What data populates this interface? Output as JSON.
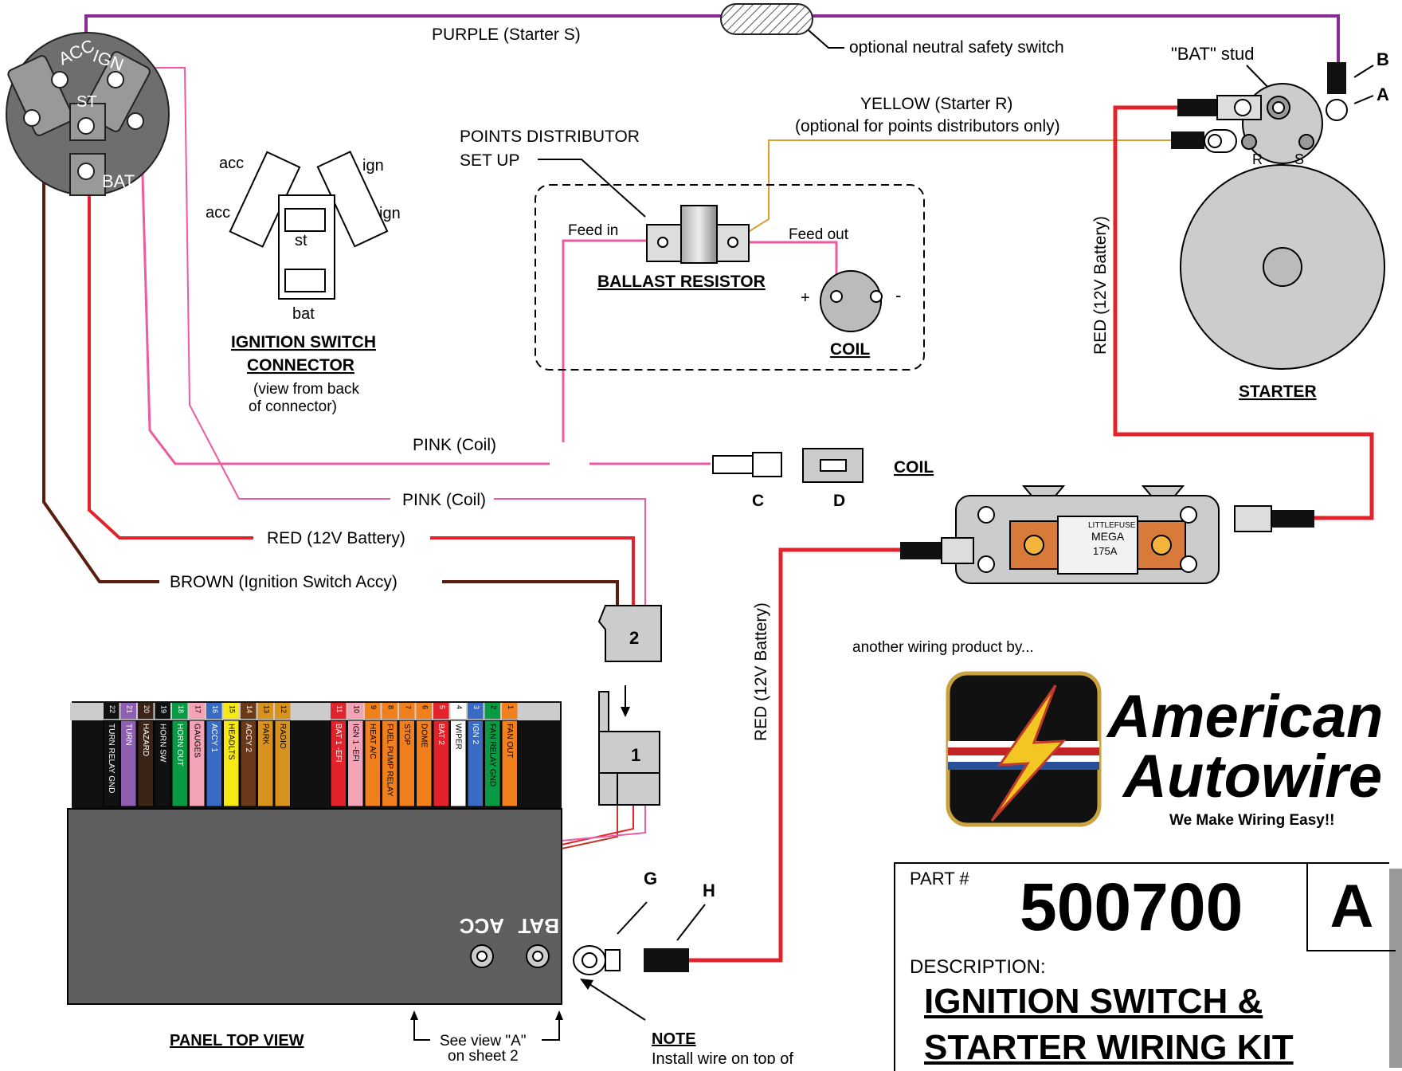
{
  "labels": {
    "purple_wire": "PURPLE (Starter S)",
    "neutral_switch": "optional neutral safety switch",
    "bat_stud": "\"BAT\" stud",
    "b": "B",
    "a": "A",
    "yellow_wire_1": "YELLOW (Starter R)",
    "yellow_wire_2": "(optional for points distributors only)",
    "points_1": "POINTS DISTRIBUTOR",
    "points_2": "SET UP",
    "feed_in": "Feed in",
    "feed_out": "Feed out",
    "ballast": "BALLAST RESISTOR",
    "coil_plus": "+",
    "coil_minus": "-",
    "coil": "COIL",
    "starter": "STARTER",
    "red_batt_vertical": "RED (12V Battery)",
    "red_batt_vertical2": "RED (12V Battery)",
    "acc1": "acc",
    "acc2": "acc",
    "ign1": "ign",
    "ign2": "ign",
    "st": "st",
    "bat": "bat",
    "conn_title_1": "IGNITION SWITCH",
    "conn_title_2": "CONNECTOR",
    "conn_note_1": "(view from back",
    "conn_note_2": "of connector)",
    "sw_acc": "ACC",
    "sw_ign": "IGN",
    "sw_st": "ST",
    "sw_bat": "BAT",
    "pink_coil_1": "PINK (Coil)",
    "pink_coil_2": "PINK (Coil)",
    "red_batt": "RED (12V Battery)",
    "brown": "BROWN (Ignition Switch Accy)",
    "c": "C",
    "d": "D",
    "coil2": "COIL",
    "conn2": "2",
    "conn1": "1",
    "another": "another wiring product by...",
    "logo_1": "American",
    "logo_2": "Autowire",
    "logo_tag": "We Make Wiring Easy!!",
    "fuse_brand": "LITTLEFUSE",
    "fuse_mega": "MEGA",
    "fuse_amp": "175A",
    "g": "G",
    "h": "H",
    "panel_acc": "ACC",
    "panel_bat": "BAT",
    "panel_title": "PANEL TOP VIEW",
    "see_view_1": "See view \"A\"",
    "see_view_2": "on sheet 2",
    "note_title": "NOTE",
    "note_text": "Install wire on top of",
    "starter_r": "R",
    "starter_s": "S"
  },
  "fuse_block": {
    "left": [
      {
        "num": "22",
        "name": "TURN RELAY GND",
        "color": "#111111",
        "text": "#ffffff"
      },
      {
        "num": "21",
        "name": "TURN",
        "color": "#8e5fb0",
        "text": "#ffffff"
      },
      {
        "num": "20",
        "name": "HAZARD",
        "color": "#3b2416",
        "text": "#ffffff"
      },
      {
        "num": "19",
        "name": "HORN SW",
        "color": "#111111",
        "text": "#ffffff"
      },
      {
        "num": "18",
        "name": "HORN OUT",
        "color": "#0a9a44",
        "text": "#ffffff"
      },
      {
        "num": "17",
        "name": "GAUGES",
        "color": "#f4a3b6",
        "text": "#000000"
      },
      {
        "num": "16",
        "name": "ACCY 1",
        "color": "#3a6bc4",
        "text": "#ffffff"
      },
      {
        "num": "15",
        "name": "HEADLTS",
        "color": "#f6ea16",
        "text": "#000000"
      },
      {
        "num": "14",
        "name": "ACCY 2",
        "color": "#6b3a1a",
        "text": "#ffffff"
      },
      {
        "num": "13",
        "name": "PARK",
        "color": "#d8931f",
        "text": "#000000"
      },
      {
        "num": "12",
        "name": "RADIO",
        "color": "#d8931f",
        "text": "#000000"
      }
    ],
    "right": [
      {
        "num": "11",
        "name": "BAT 1 -EFI",
        "color": "#e3232b",
        "text": "#ffffff"
      },
      {
        "num": "10",
        "name": "IGN 1 -EFI",
        "color": "#f4a3b6",
        "text": "#000000"
      },
      {
        "num": "9",
        "name": "HEAT A/C",
        "color": "#f07f1e",
        "text": "#000000"
      },
      {
        "num": "8",
        "name": "FUEL PUMP RELAY",
        "color": "#f07f1e",
        "text": "#000000"
      },
      {
        "num": "7",
        "name": "STOP",
        "color": "#f07f1e",
        "text": "#000000"
      },
      {
        "num": "6",
        "name": "DOME",
        "color": "#f07f1e",
        "text": "#000000"
      },
      {
        "num": "5",
        "name": "BAT 2",
        "color": "#e3232b",
        "text": "#ffffff"
      },
      {
        "num": "4",
        "name": "WIPER",
        "color": "#ffffff",
        "text": "#000000"
      },
      {
        "num": "3",
        "name": "IGN 2",
        "color": "#3a6bc4",
        "text": "#ffffff"
      },
      {
        "num": "2",
        "name": "FAN RELAY GND",
        "color": "#0a9a44",
        "text": "#000000"
      },
      {
        "num": "1",
        "name": "FAN OUT",
        "color": "#f07f1e",
        "text": "#000000"
      }
    ]
  },
  "title_block": {
    "part_label": "PART #",
    "part_number": "500700",
    "revision": "A",
    "desc_label": "DESCRIPTION:",
    "desc_line1": "IGNITION SWITCH &",
    "desc_line2": "STARTER WIRING KIT"
  },
  "colors": {
    "purple": "#8b2a93",
    "red": "#e3232b",
    "pink": "#ec5aa2",
    "yellow": "#d6a030",
    "brown": "#5a1e0f",
    "panel": "#5f5f5f"
  }
}
